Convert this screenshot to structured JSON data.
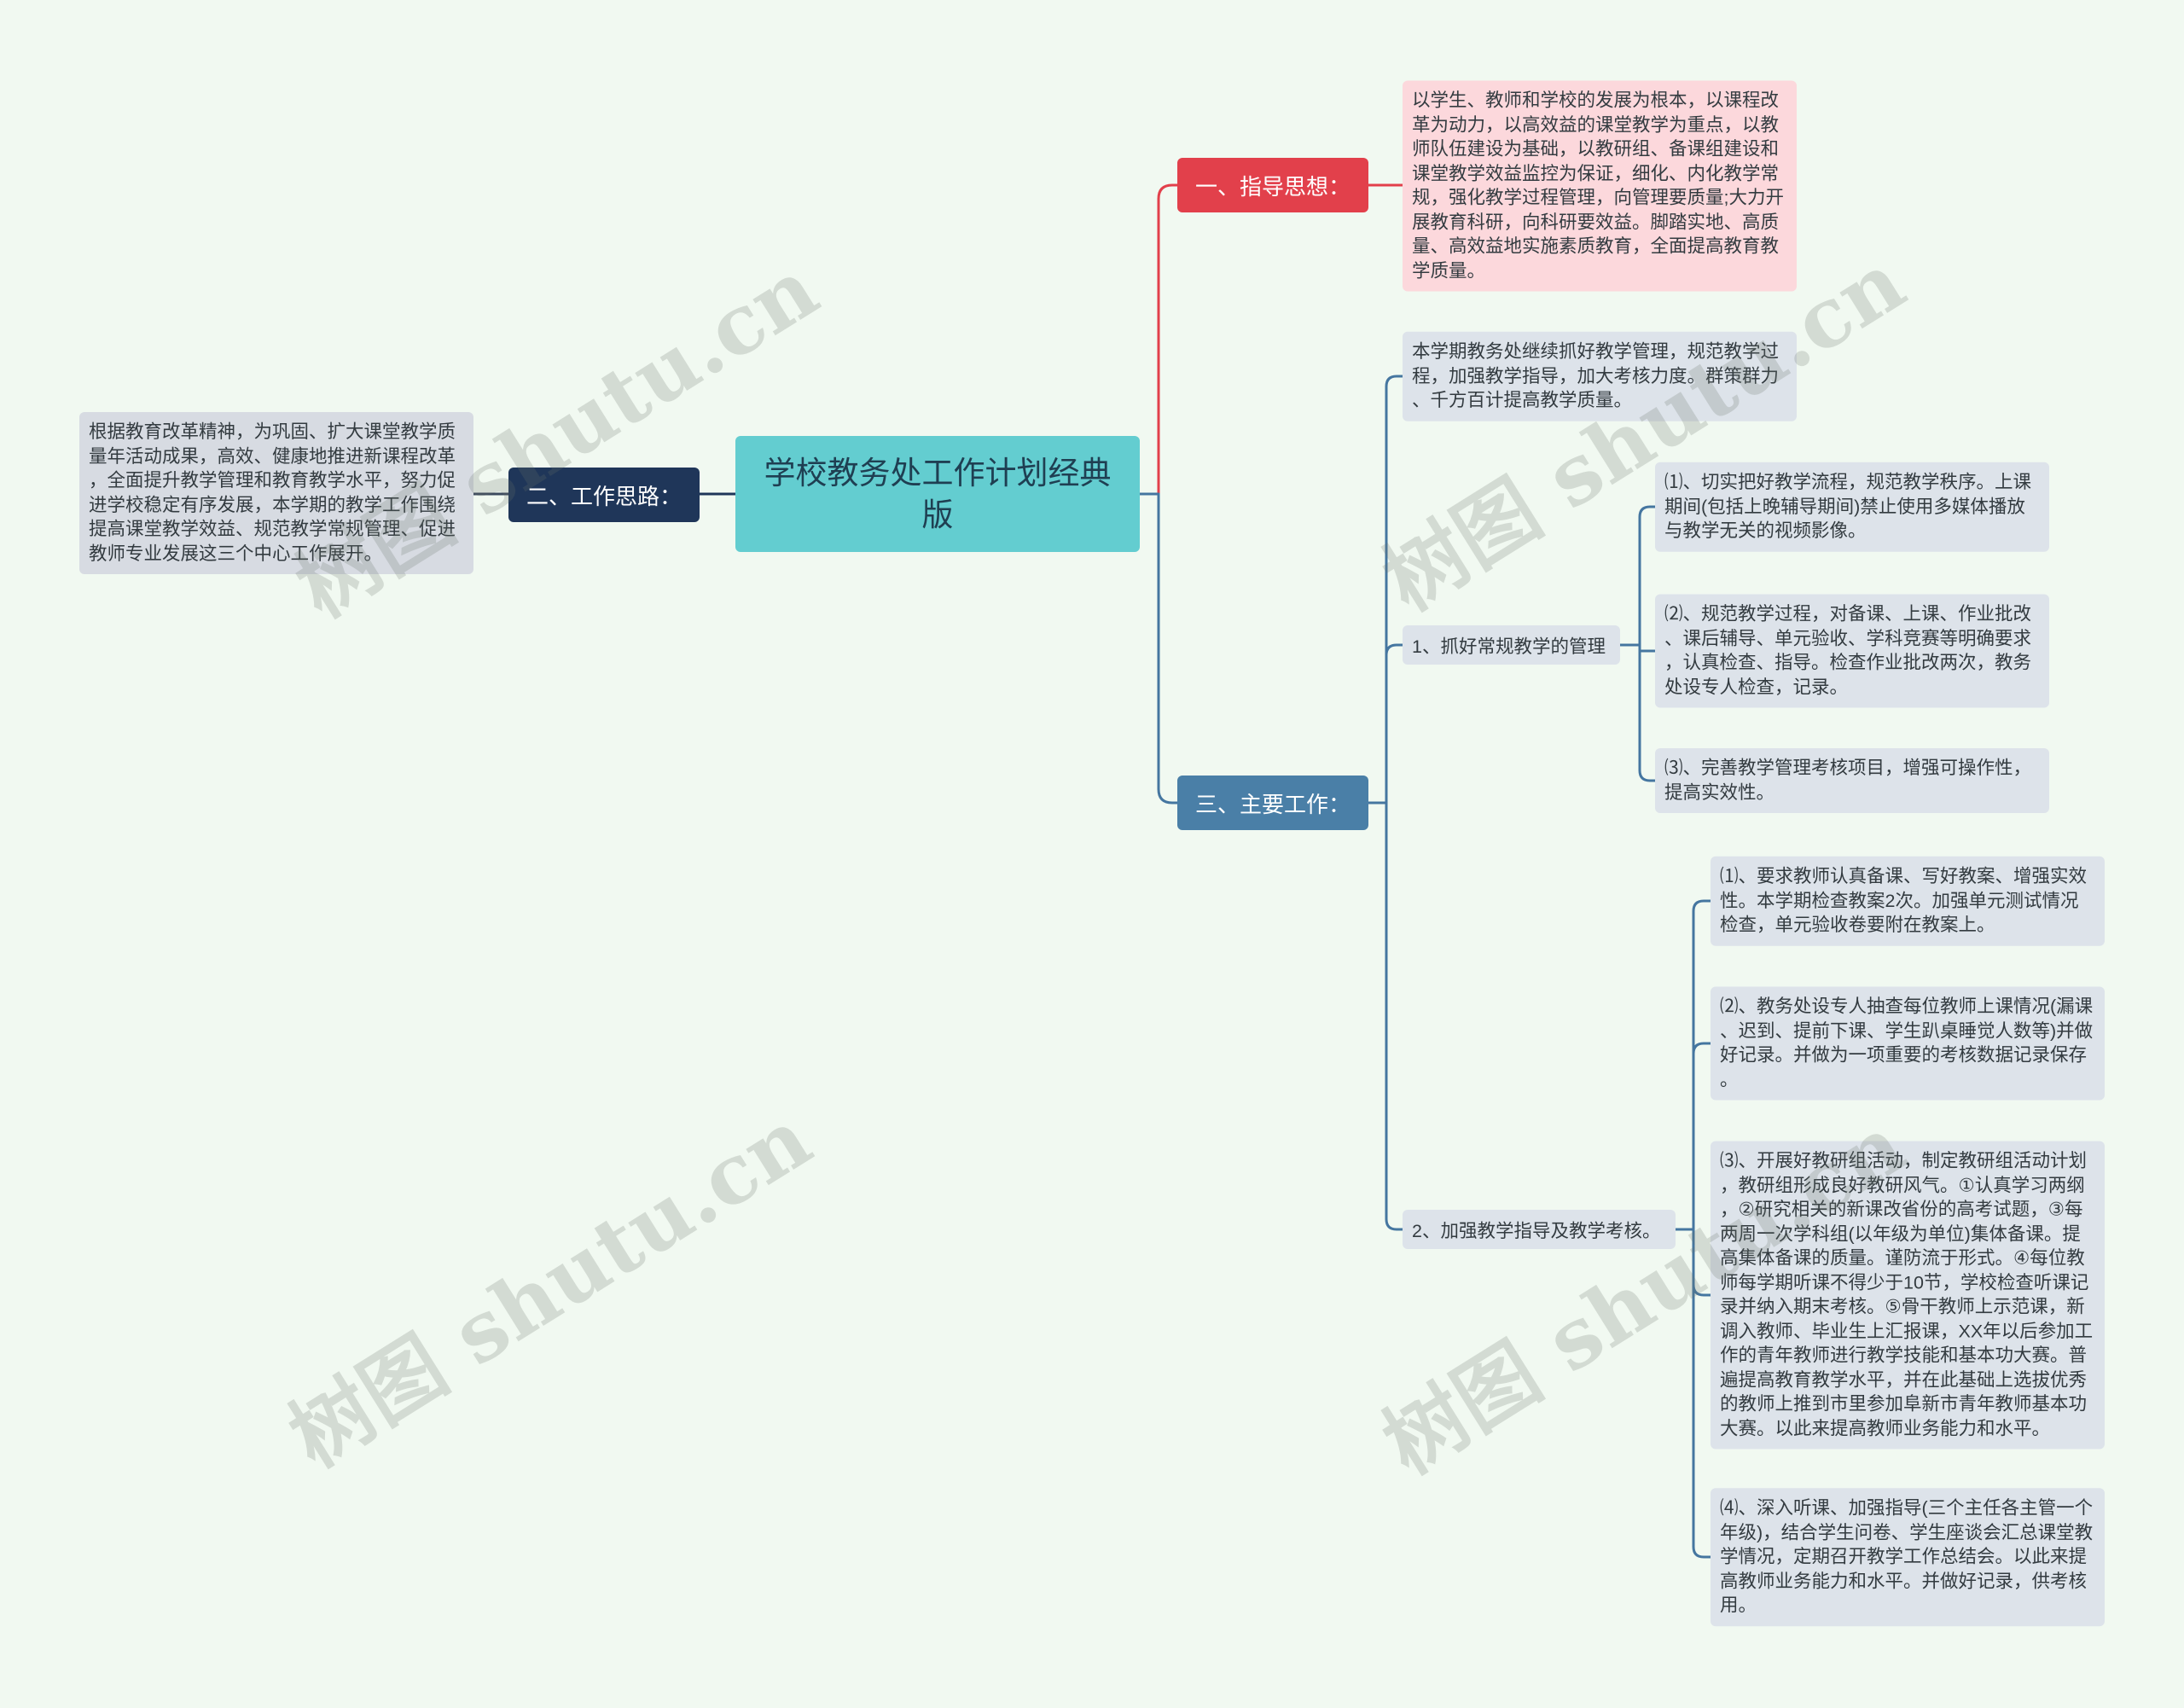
{
  "root": {
    "title": "学校教务处工作计划经典版"
  },
  "branches": {
    "guiding": {
      "label": "一、指导思想：",
      "text": "以学生、教师和学校的发展为根本，以课程改革为动力，以高效益的课堂教学为重点，以教师队伍建设为基础，以教研组、备课组建设和课堂教学效益监控为保证，细化、内化教学常规，强化教学过程管理，向管理要质量;大力开展教育科研，向科研要效益。脚踏实地、高质量、高效益地实施素质教育，全面提高教育教学质量。"
    },
    "approach": {
      "label": "二、工作思路：",
      "text": "根据教育改革精神，为巩固、扩大课堂教学质量年活动成果，高效、健康地推进新课程改革，全面提升教学管理和教育教学水平，努力促进学校稳定有序发展，本学期的教学工作围绕提高课堂教学效益、规范教学常规管理、促进教师专业发展这三个中心工作展开。"
    },
    "main_work": {
      "label": "三、主要工作：",
      "intro": "本学期教务处继续抓好教学管理，规范教学过程，加强教学指导，加大考核力度。群策群力、千方百计提高教学质量。",
      "routine": {
        "label": "1、抓好常规教学的管理",
        "items": [
          "⑴、切实把好教学流程，规范教学秩序。上课期间(包括上晚辅导期间)禁止使用多媒体播放与教学无关的视频影像。",
          "⑵、规范教学过程，对备课、上课、作业批改、课后辅导、单元验收、学科竞赛等明确要求，认真检查、指导。检查作业批改两次，教务处设专人检查，记录。",
          "⑶、完善教学管理考核项目，增强可操作性，提高实效性。"
        ]
      },
      "guidance": {
        "label": "2、加强教学指导及教学考核。",
        "items": [
          "⑴、要求教师认真备课、写好教案、增强实效性。本学期检查教案2次。加强单元测试情况检查，单元验收卷要附在教案上。",
          "⑵、教务处设专人抽查每位教师上课情况(漏课、迟到、提前下课、学生趴桌睡觉人数等)并做好记录。并做为一项重要的考核数据记录保存。",
          "⑶、开展好教研组活动，制定教研组活动计划，教研组形成良好教研风气。①认真学习两纲，②研究相关的新课改省份的高考试题，③每两周一次学科组(以年级为单位)集体备课。提高集体备课的质量。谨防流于形式。④每位教师每学期听课不得少于10节，学校检查听课记录并纳入期末考核。⑤骨干教师上示范课，新调入教师、毕业生上汇报课，XX年以后参加工作的青年教师进行教学技能和基本功大赛。普遍提高教育教学水平，并在此基础上选拔优秀的教师上推到市里参加阜新市青年教师基本功大赛。以此来提高教师业务能力和水平。",
          "⑷、深入听课、加强指导(三个主任各主管一个年级)，结合学生问卷、学生座谈会汇总课堂教学情况，定期召开教学工作总结会。以此来提高教师业务能力和水平。并做好记录，供考核用。"
        ]
      }
    }
  },
  "watermark": "树图 shutu.cn",
  "colors": {
    "background": "#f1f9f1",
    "root_node": "#63cdd0",
    "root_text": "#1f3f52",
    "guiding": "#e2404b",
    "guiding_leaf": "#fcd8dc",
    "approach": "#1f3659",
    "approach_leaf": "#d7dbe2",
    "approach_line": "#3c4a5e",
    "main_work": "#4a7fa7",
    "main_work_leaf": "#dde3ea",
    "main_work_line": "#4576a0",
    "text": "#333b40"
  }
}
